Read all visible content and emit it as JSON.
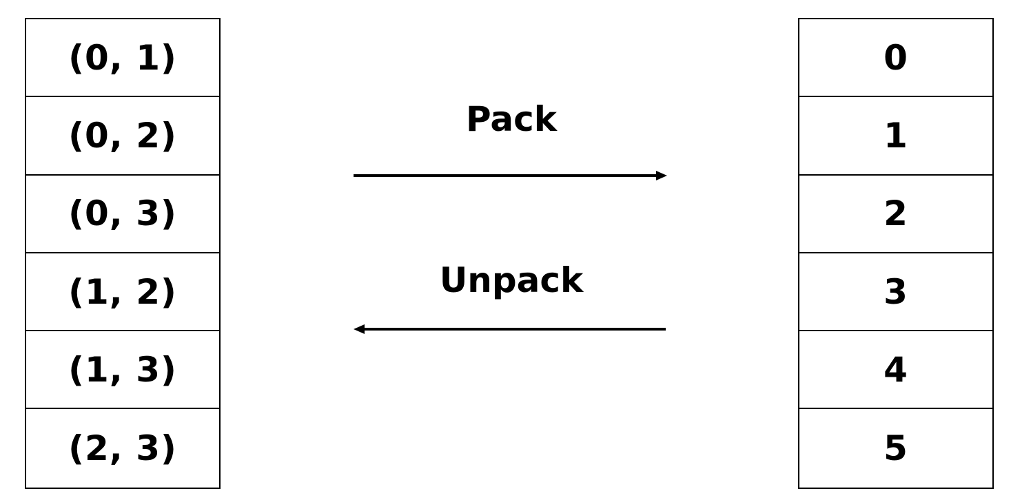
{
  "left_column": {
    "cells": [
      "(0, 1)",
      "(0, 2)",
      "(0, 3)",
      "(1, 2)",
      "(1, 3)",
      "(2, 3)"
    ]
  },
  "right_column": {
    "cells": [
      "0",
      "1",
      "2",
      "3",
      "4",
      "5"
    ]
  },
  "arrows": {
    "pack_label": "Pack",
    "unpack_label": "Unpack"
  }
}
